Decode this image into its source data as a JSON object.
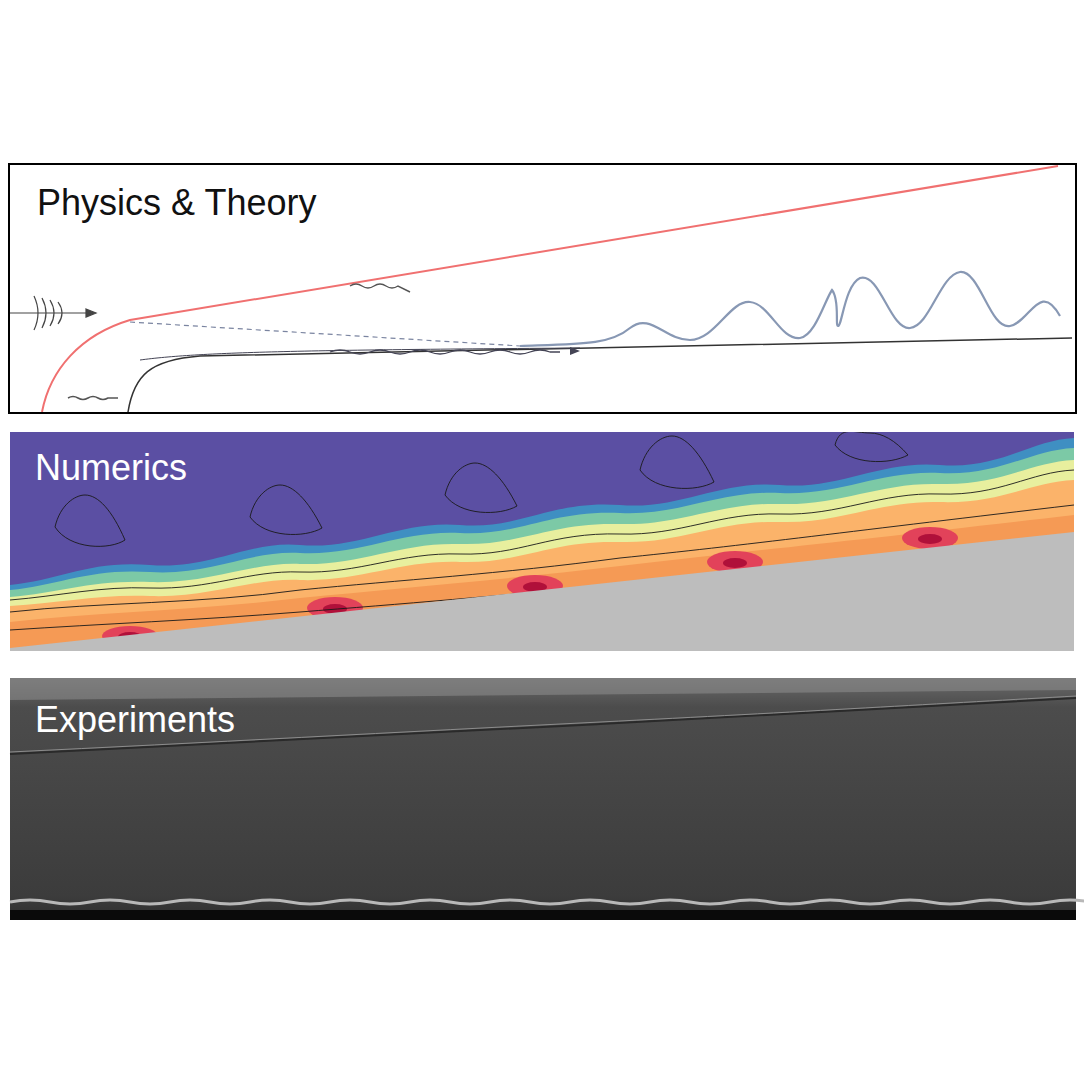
{
  "diagram": {
    "nodes": [
      {
        "text": [
          "Physics & Theory"
        ]
      },
      {
        "text": [
          "Numerics"
        ]
      },
      {
        "text": [
          "Experiments"
        ]
      }
    ]
  }
}
